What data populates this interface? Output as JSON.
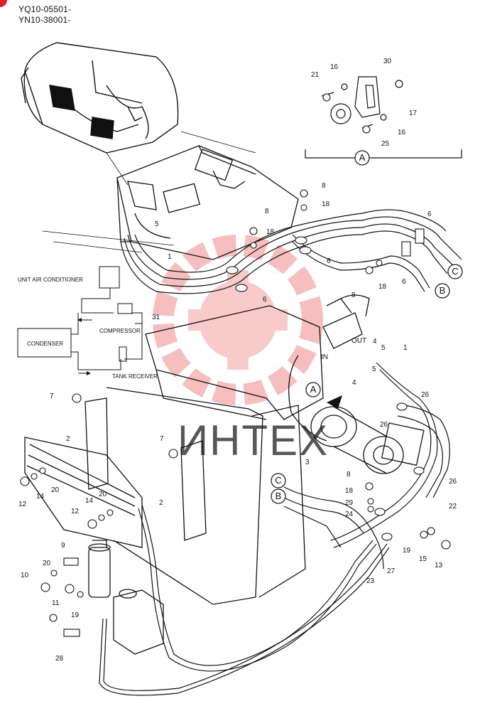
{
  "serials": [
    "YQ10-05501-",
    "YN10-38001-"
  ],
  "watermark": {
    "text": "ИНТЕХ",
    "color": "#ef8a8a"
  },
  "accent_color": "#e0202a",
  "detail_marker": "A",
  "port_labels": {
    "out": "OUT",
    "in": "IN"
  },
  "schematic": {
    "unit": "UNIT AIR CONDITIONER",
    "compressor": "COMPRESSOR",
    "condenser": "CONDENSER",
    "receiver": "TANK RECEIVER"
  },
  "connectors": [
    "C",
    "B"
  ],
  "callouts": [
    "1",
    "2",
    "3",
    "4",
    "5",
    "6",
    "7",
    "8",
    "9",
    "10",
    "11",
    "12",
    "13",
    "14",
    "15",
    "16",
    "17",
    "18",
    "19",
    "20",
    "21",
    "22",
    "23",
    "24",
    "25",
    "26",
    "27",
    "28",
    "29",
    "30",
    "31"
  ]
}
